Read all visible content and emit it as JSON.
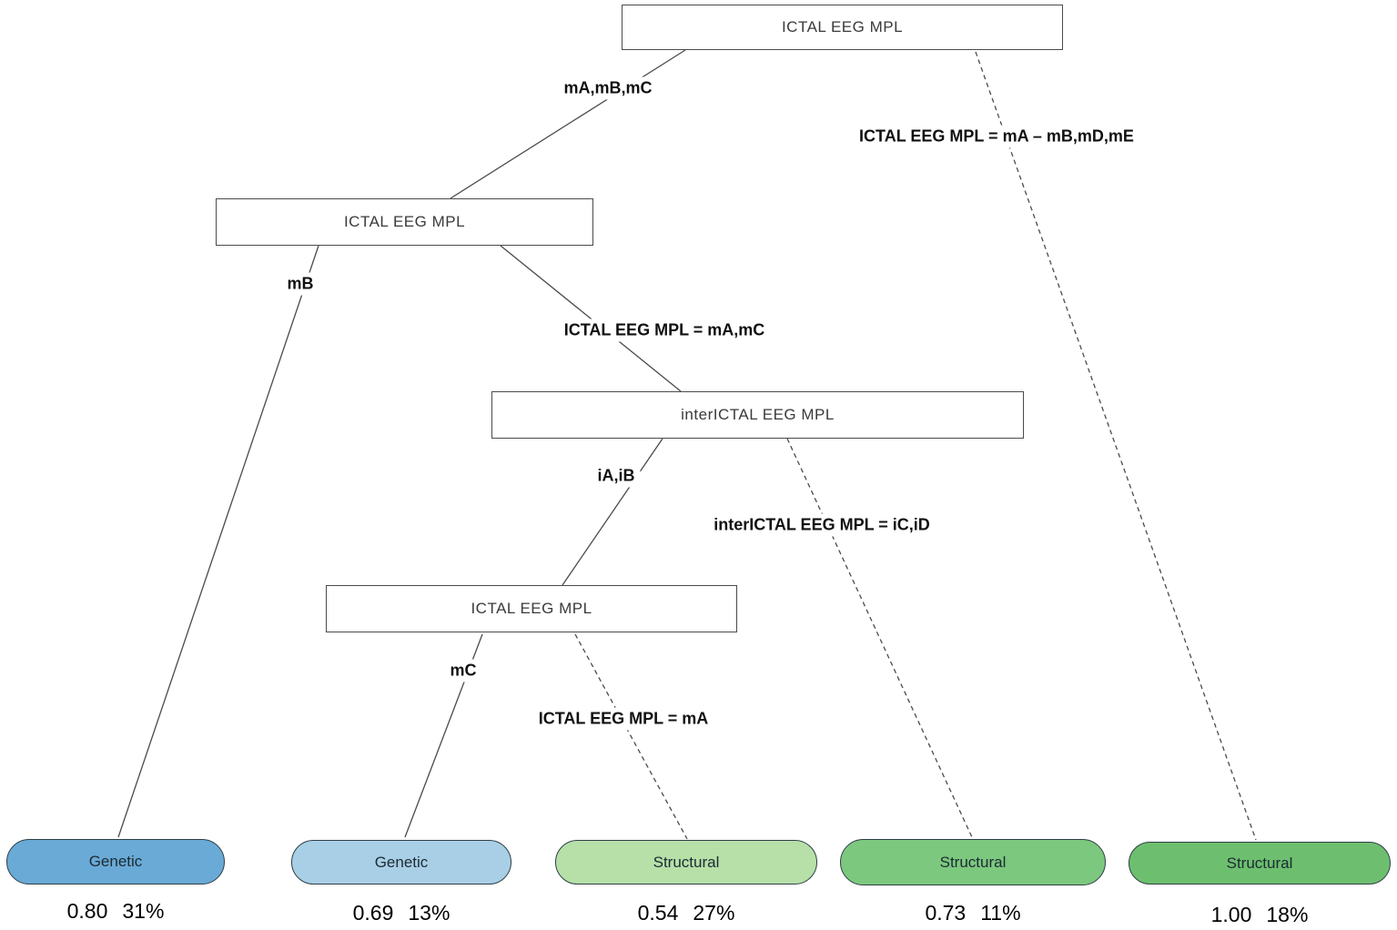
{
  "canvas": {
    "background": "#ffffff",
    "line_color": "#4a4a4a"
  },
  "diagram": {
    "boxes": [
      {
        "label": "ICTAL EEG MPL"
      },
      {
        "label": "ICTAL EEG MPL"
      },
      {
        "label": "interICTAL EEG MPL"
      },
      {
        "label": "ICTAL EEG MPL"
      }
    ],
    "edge_labels": [
      {
        "label": "mA,mB,mC"
      },
      {
        "label": "ICTAL EEG MPL = mA – mB,mD,mE"
      },
      {
        "label": "mB"
      },
      {
        "label": "ICTAL EEG MPL = mA,mC"
      },
      {
        "label": "iA,iB"
      },
      {
        "label": "interICTAL EEG MPL = iC,iD"
      },
      {
        "label": "mC"
      },
      {
        "label": "ICTAL EEG MPL = mA"
      }
    ],
    "leaves": [
      {
        "label": "Genetic",
        "value": "0.80",
        "percent": "31%",
        "fill": "#6aaad6"
      },
      {
        "label": "Genetic",
        "value": "0.69",
        "percent": "13%",
        "fill": "#a9cfe6"
      },
      {
        "label": "Structural",
        "value": "0.54",
        "percent": "27%",
        "fill": "#b6e0a8"
      },
      {
        "label": "Structural",
        "value": "0.73",
        "percent": "11%",
        "fill": "#7cc87e"
      },
      {
        "label": "Structural",
        "value": "1.00",
        "percent": "18%",
        "fill": "#6dbf6f"
      }
    ]
  }
}
